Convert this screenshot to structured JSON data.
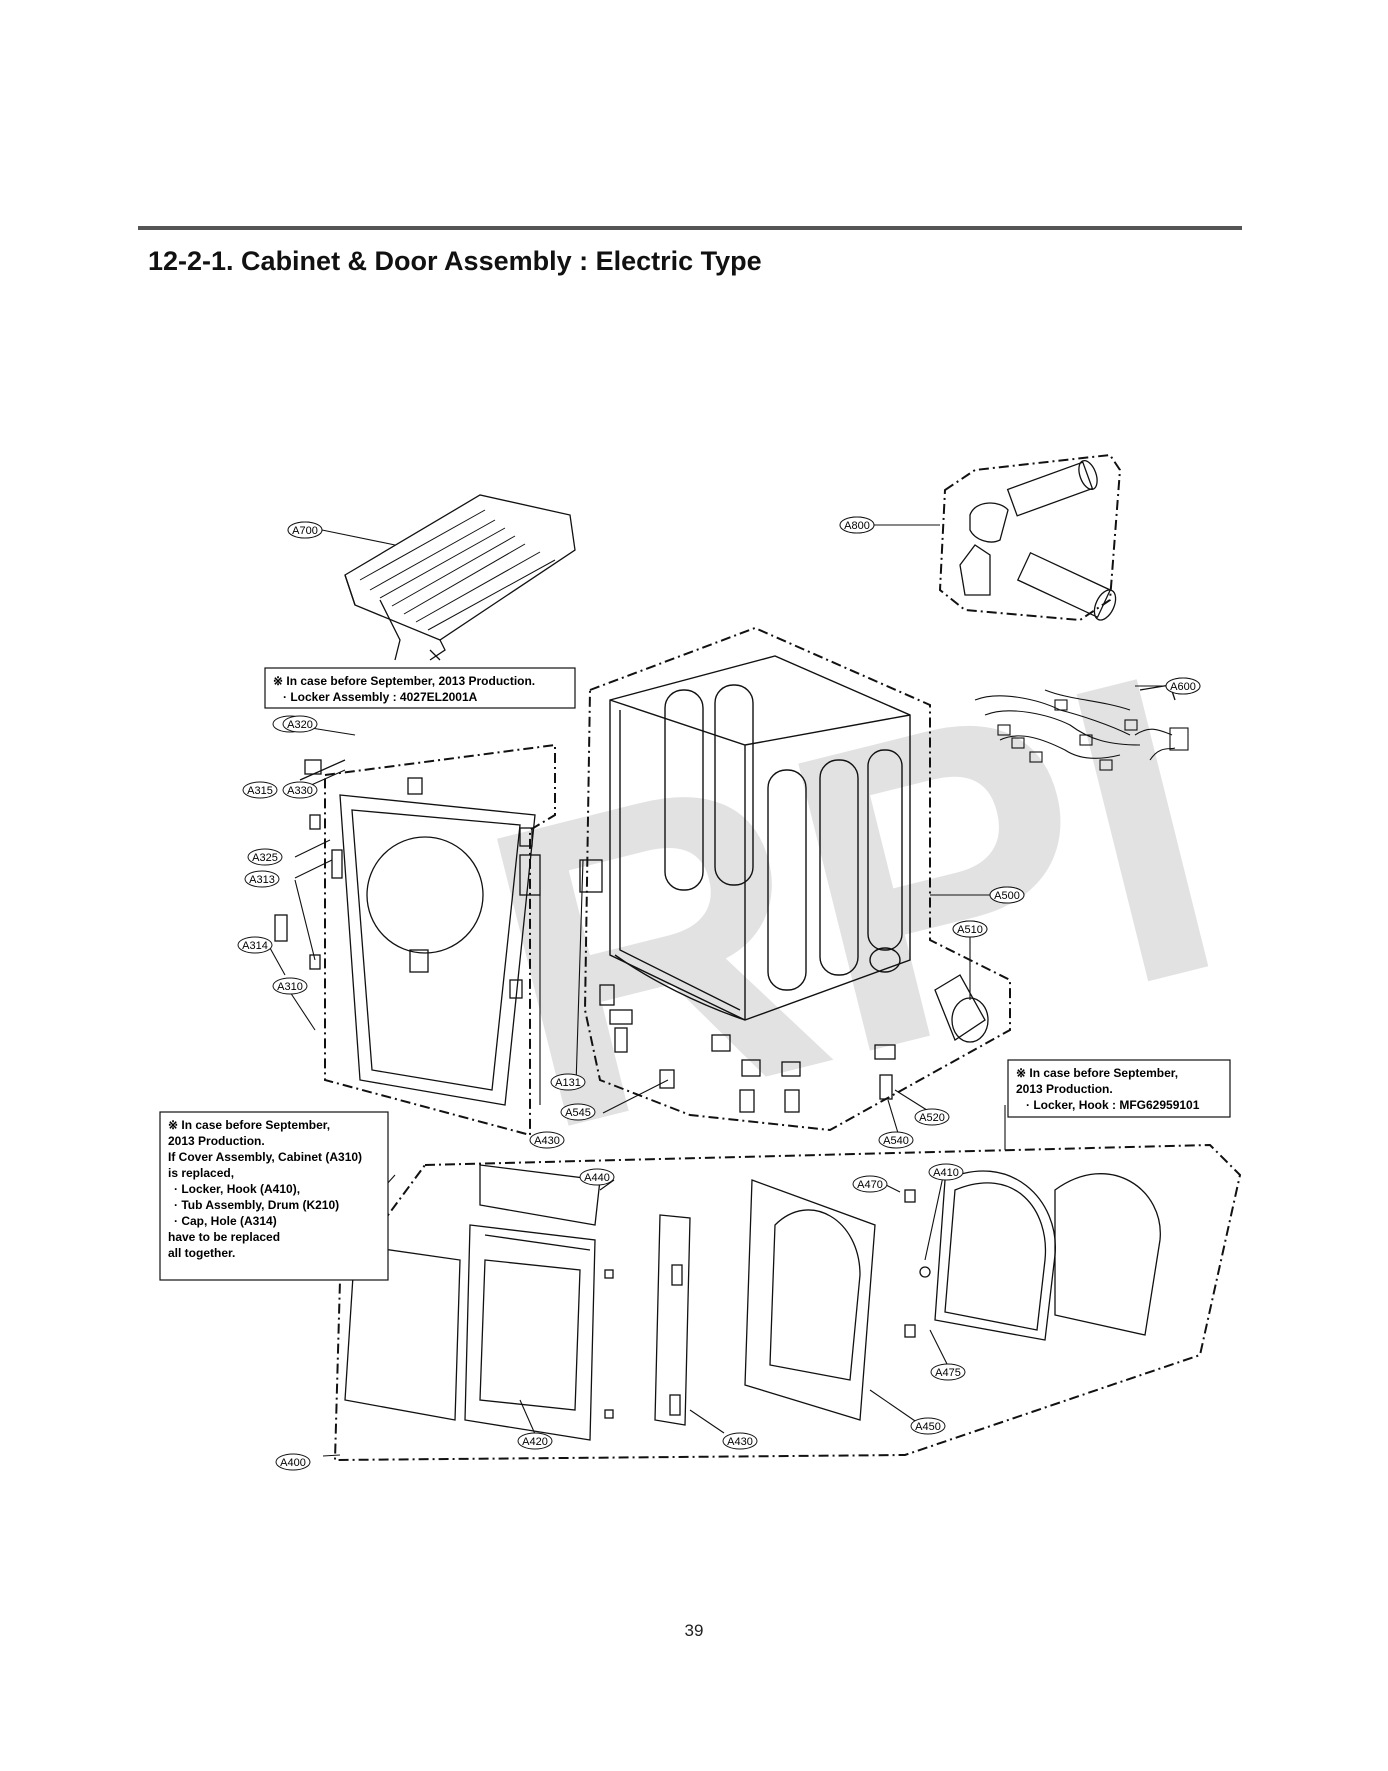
{
  "header": {
    "title": "12-2-1. Cabinet & Door Assembly : Electric Type"
  },
  "watermark": "RPI",
  "callouts": {
    "a700": "A700",
    "a800": "A800",
    "a600": "A600",
    "a500": "A500",
    "a510": "A510",
    "a320": "A320",
    "a315": "A315",
    "a330": "A330",
    "a325": "A325",
    "a313": "A313",
    "a314": "A314",
    "a310": "A310",
    "a131": "A131",
    "a545": "A545",
    "a430": "A430",
    "a540": "A540",
    "a520": "A520",
    "a410": "A410",
    "a440": "A440",
    "a470": "A470",
    "a475": "A475",
    "a450": "A450",
    "a420": "A420",
    "a430b": "A430",
    "a400": "A400"
  },
  "notes": {
    "locker_assembly": {
      "line1": "※ In case before September, 2013 Production.",
      "line2": "· Locker Assembly : 4027EL2001A"
    },
    "locker_hook": {
      "line1": "※ In case before September,",
      "line2": "2013 Production.",
      "line3": "· Locker, Hook : MFG62959101"
    },
    "cover_cabinet": {
      "line1": "※ In case before September,",
      "line2": "2013 Production.",
      "line3": "If Cover Assembly, Cabinet (A310)",
      "line4": "is replaced,",
      "line5": "· Locker, Hook (A410),",
      "line6": "· Tub Assembly, Drum (K210)",
      "line7": "· Cap, Hole (A314)",
      "line8": "have to be replaced",
      "line9": "all together."
    }
  },
  "footer": {
    "page_number": "39"
  }
}
